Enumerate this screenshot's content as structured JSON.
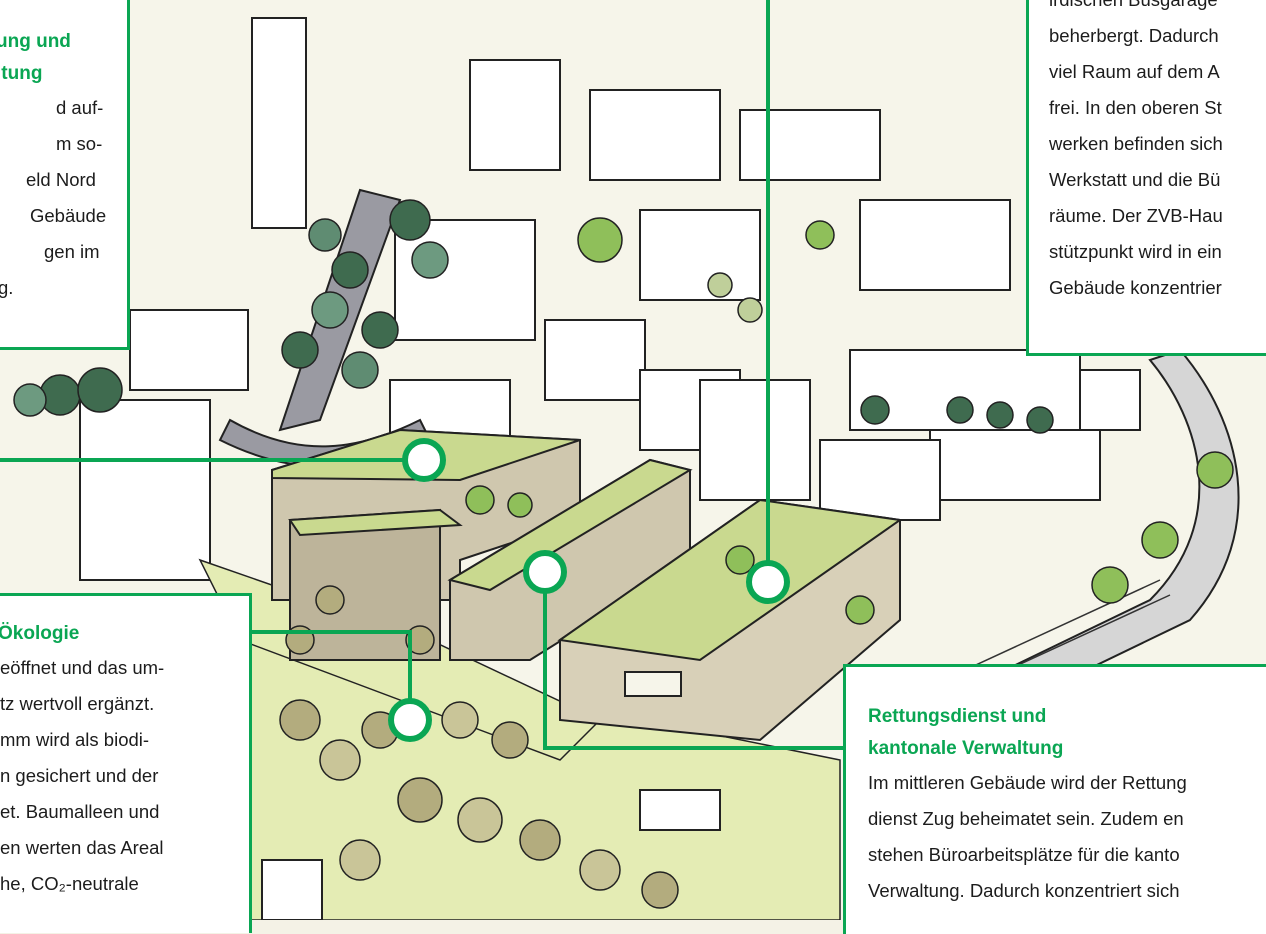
{
  "callouts": {
    "top_left": {
      "title_lines": [
        "ung und",
        "ltung"
      ],
      "body_lines": [
        "d auf-",
        "m so-",
        "eld Nord",
        "Gebäude",
        "gen im",
        "g."
      ]
    },
    "top_right": {
      "body_lines": [
        "irdischen Busgarage",
        "beherbergt. Dadurch",
        "viel Raum auf dem A",
        "frei. In den oberen St",
        "werken befinden sich",
        "Werkstatt und die Bü",
        "räume. Der ZVB-Hau",
        "stützpunkt wird in ein",
        "Gebäude konzentrier"
      ]
    },
    "bottom_left": {
      "title": "Ökologie",
      "body_lines": [
        "eöffnet und das um-",
        "tz wertvoll ergänzt.",
        "mm wird als biodi-",
        "n gesichert und der",
        "et. Baumalleen und",
        "en werten das Areal",
        "he, CO₂-neutrale"
      ]
    },
    "bottom_right": {
      "title_lines": [
        "Rettungsdienst und",
        "kantonale Verwaltung"
      ],
      "body_lines": [
        "Im mittleren Gebäude wird der Rettung",
        "dienst Zug beheimatet sein. Zudem en",
        "stehen Büroarbeitsplätze für die kanto",
        "Verwaltung. Dadurch konzentriert sich"
      ]
    }
  },
  "colors": {
    "accent_green": "#0aa653",
    "tree_dark": "#3f6b4f",
    "tree_light": "#8fbf5a",
    "ground_light": "#e4ecb4",
    "building_tan": "#cfc7ae"
  }
}
